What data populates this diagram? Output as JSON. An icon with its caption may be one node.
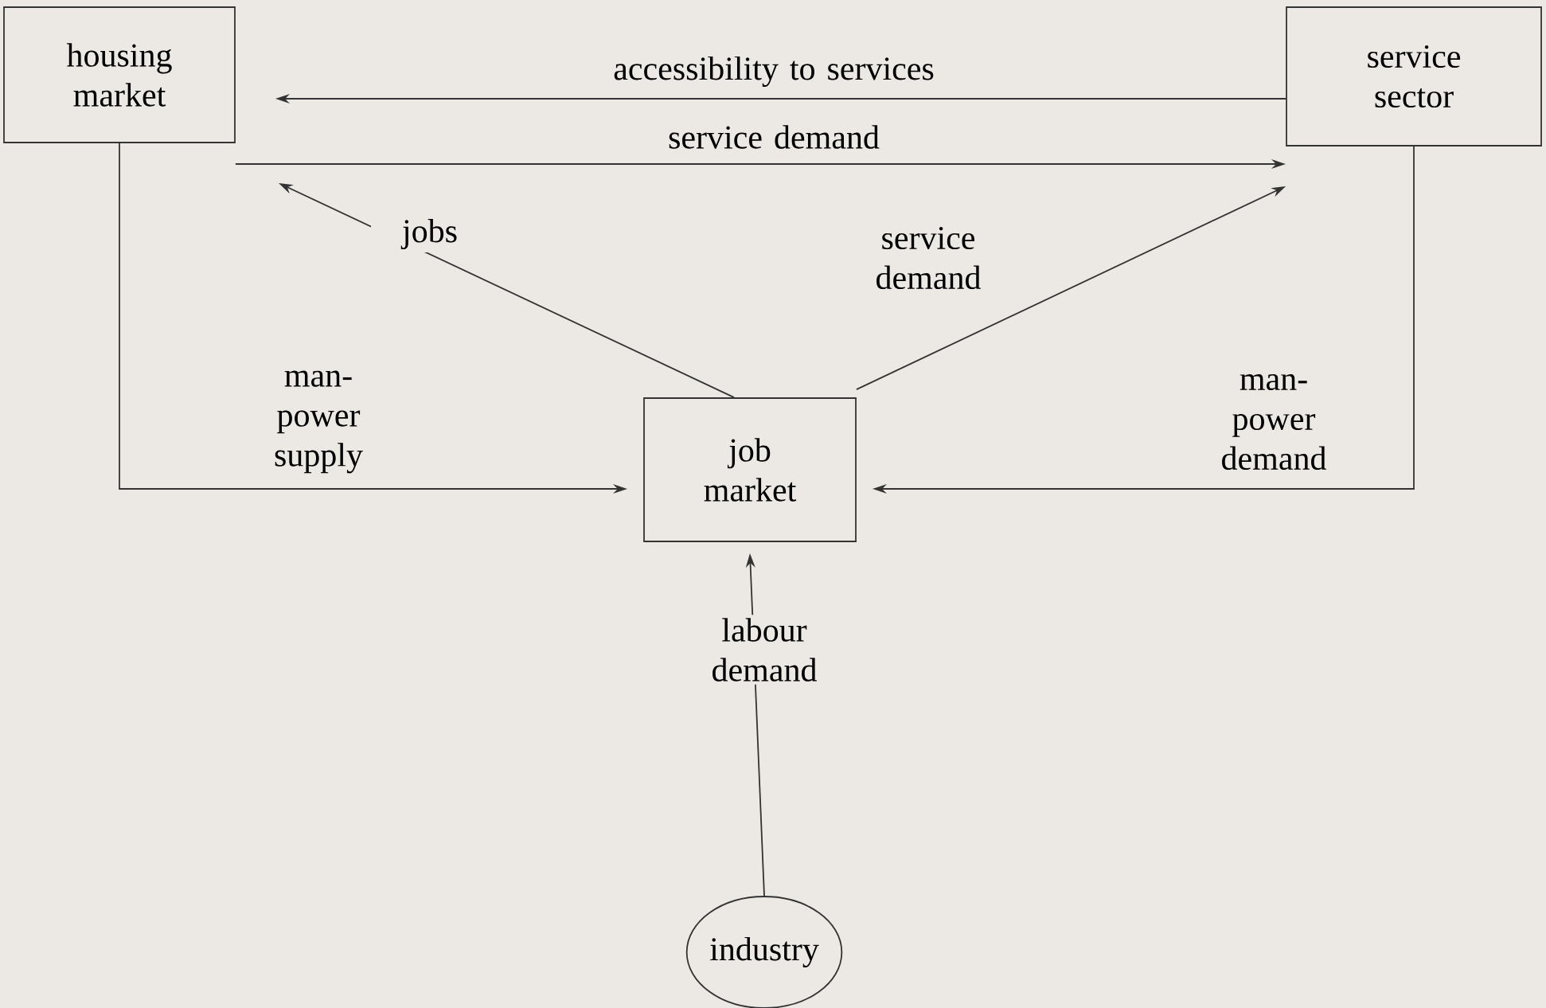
{
  "diagram": {
    "nodes": [
      {
        "text": [
          "housing market"
        ]
      },
      {
        "text": [
          "service sector"
        ]
      },
      {
        "text": [
          "job market"
        ]
      },
      {
        "text": [
          "industry"
        ]
      }
    ],
    "edges": [
      {
        "from": 1,
        "to": 0,
        "arrow": "to",
        "label": "accessibility to services"
      },
      {
        "from": 0,
        "to": 1,
        "arrow": "to",
        "label": "service demand"
      },
      {
        "from": 2,
        "to": 0,
        "arrow": "to",
        "label": "jobs"
      },
      {
        "from": 2,
        "to": 1,
        "arrow": "to",
        "label": "service demand"
      },
      {
        "from": 0,
        "to": 2,
        "arrow": "to",
        "label": "man-power supply"
      },
      {
        "from": 1,
        "to": 2,
        "arrow": "to",
        "label": "man-power demand"
      },
      {
        "from": 3,
        "to": 2,
        "arrow": "to",
        "label": "labour demand"
      }
    ]
  }
}
